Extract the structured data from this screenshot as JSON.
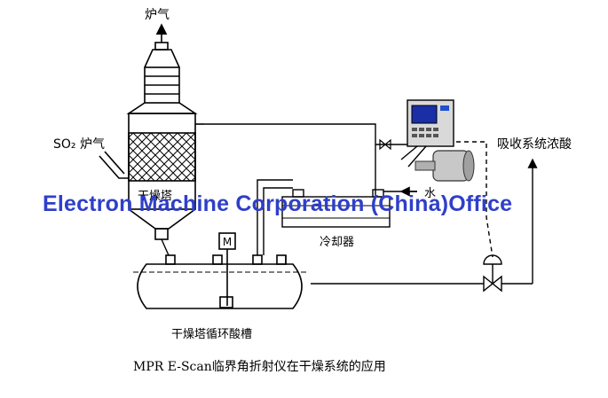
{
  "labels": {
    "furnace_gas_top": "炉气",
    "so2_furnace_gas": "SO₂ 炉气",
    "drying_tower": "干燥塔",
    "water": "水",
    "cooler": "冷却器",
    "absorption_acid": "吸收系统浓酸",
    "circulation_tank": "干燥塔循环酸槽",
    "motor": "M"
  },
  "watermark": "Electron Machine Corporation (China)Office",
  "caption": "MPR E-Scan临界角折射仪在干燥系统的应用",
  "colors": {
    "line": "#000000",
    "watermark": "#2f3fc9",
    "screen": "#1a2ea8",
    "background": "#ffffff"
  }
}
